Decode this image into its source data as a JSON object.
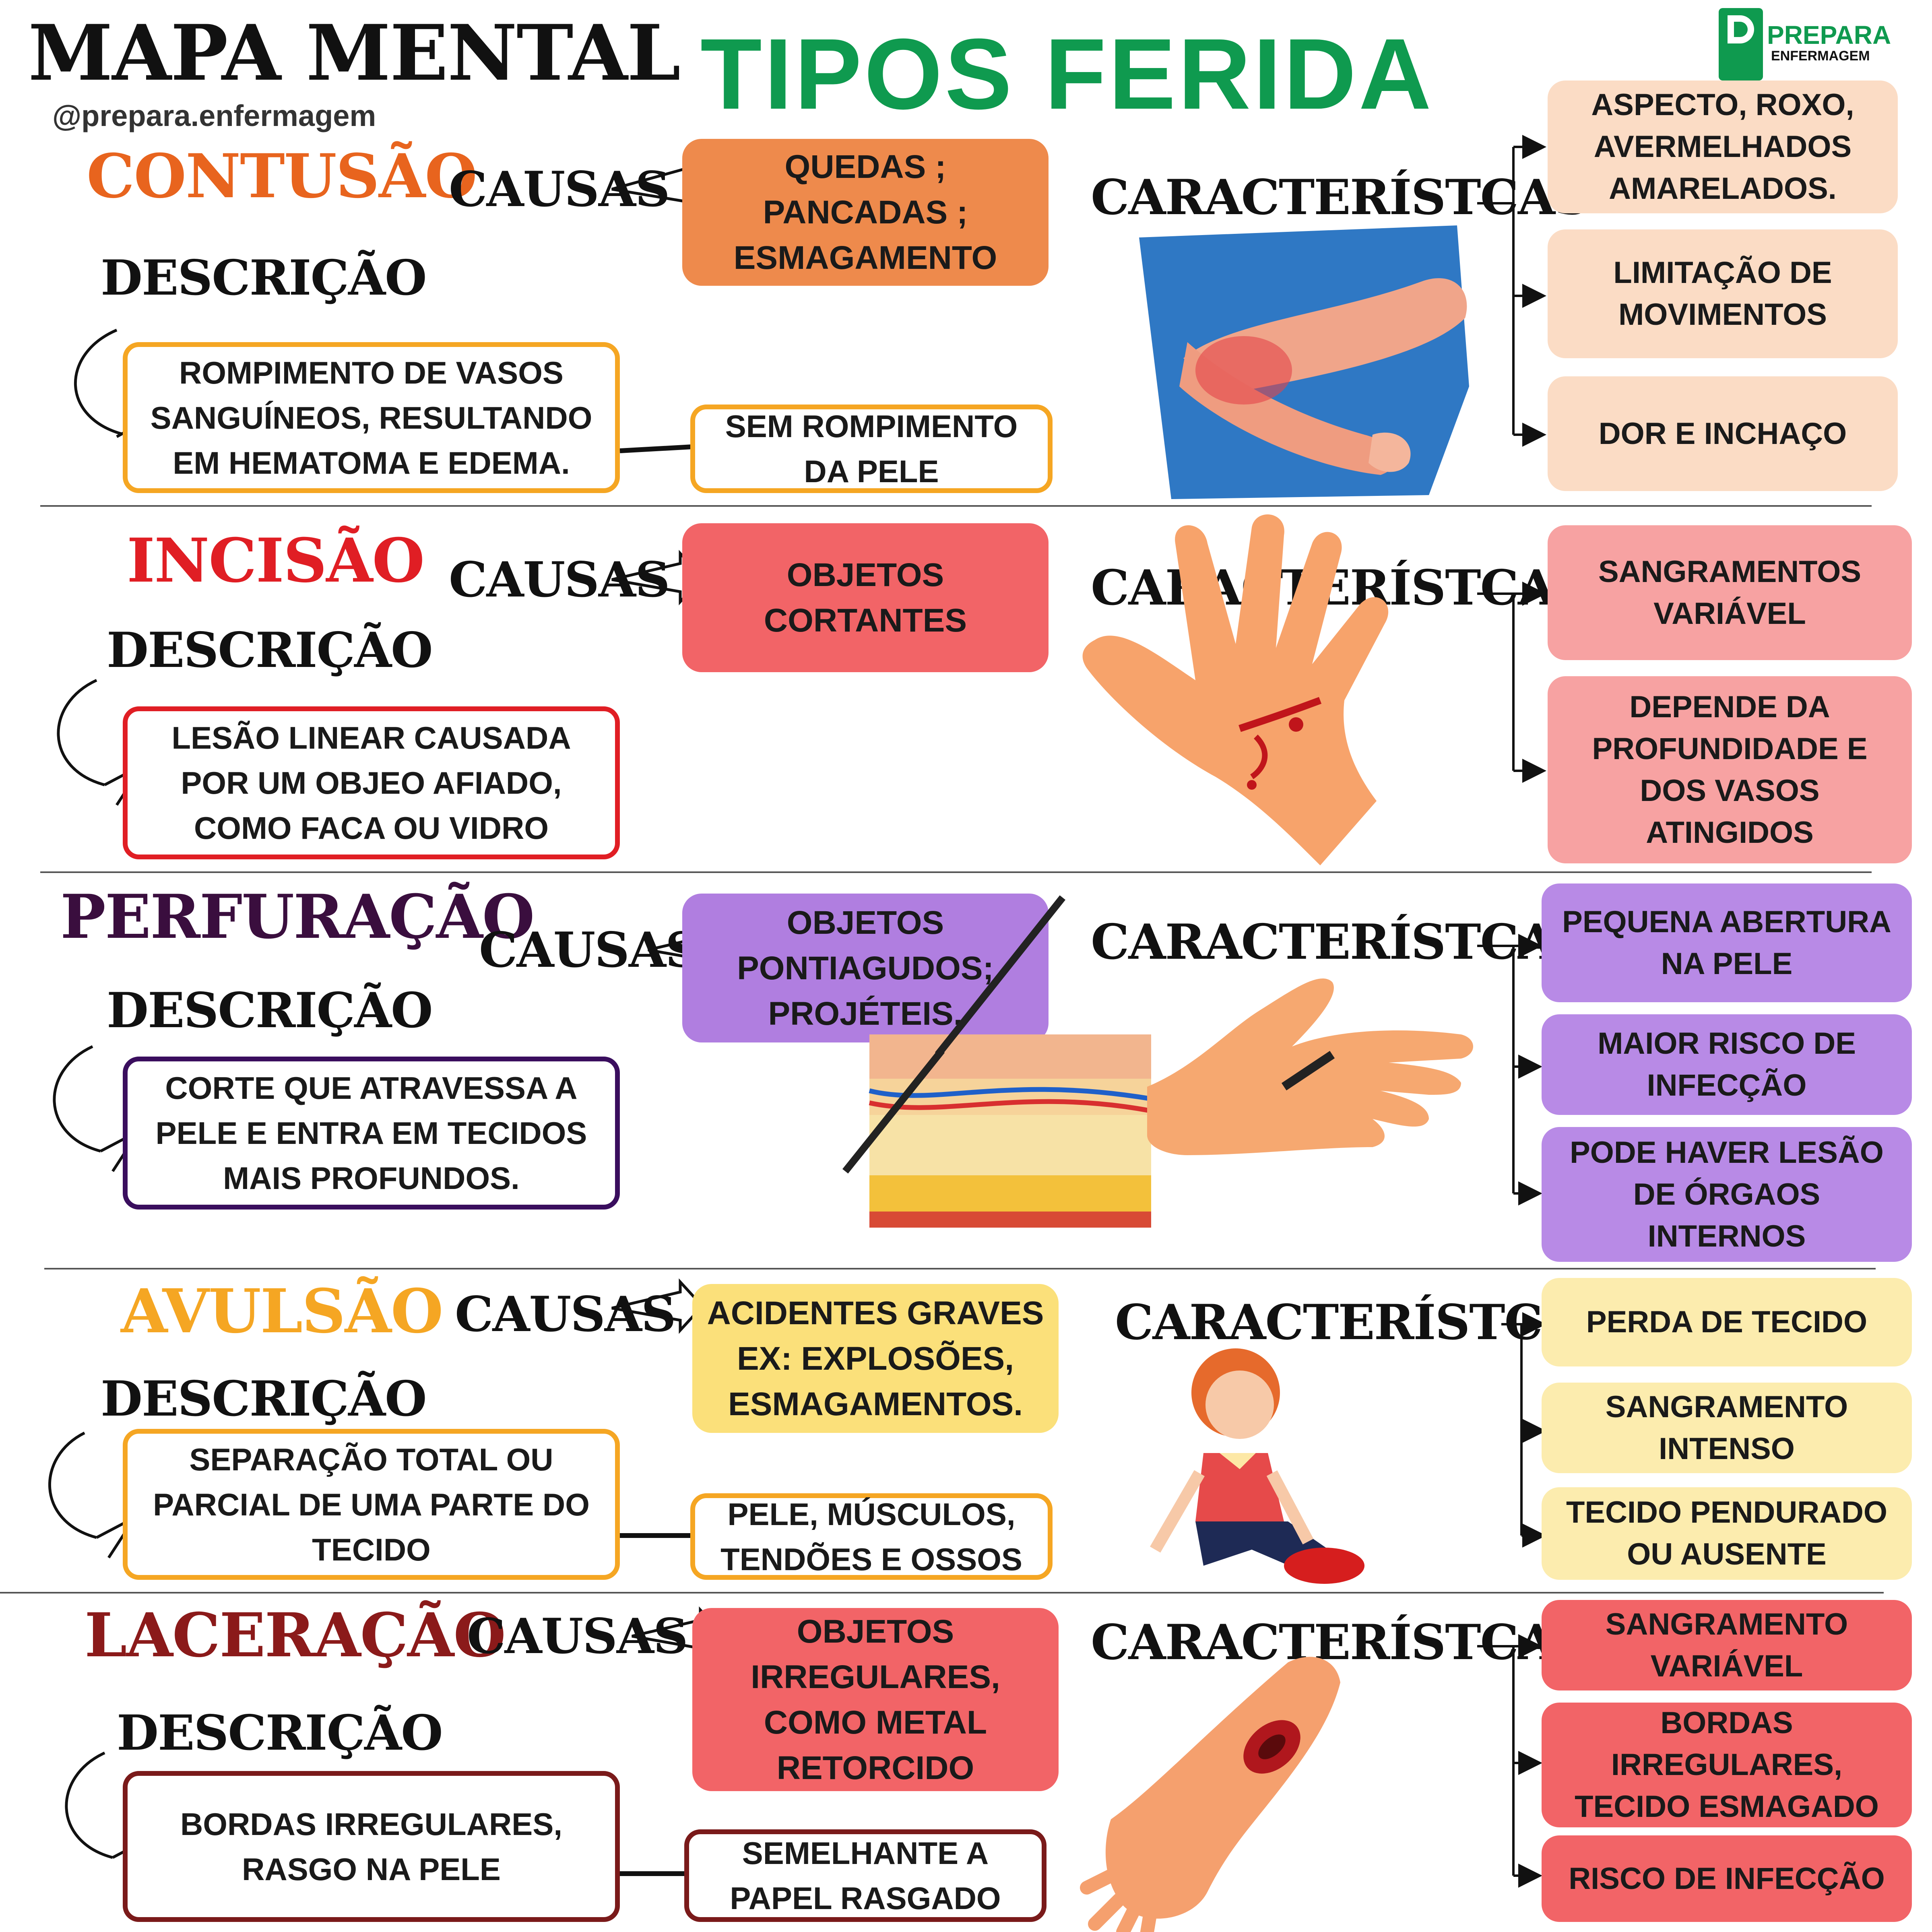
{
  "header": {
    "mapa_title": "MAPA MENTAL",
    "main_title": "TIPOS FERIDA",
    "handle": "@prepara.enfermagem",
    "logo_top": "PREPARA",
    "logo_bottom": "ENFERMAGEM"
  },
  "labels": {
    "causas": "CAUSAS",
    "descricao": "DESCRIÇÃO",
    "caracteristicas": "CARACTERÍSTCAS"
  },
  "colors": {
    "title_green": "#0f9a4f",
    "contusao": "#e8641e",
    "incisao": "#e01e24",
    "perfuracao": "#3a0e3e",
    "avulsao": "#f5a623",
    "laceracao": "#8b1a1a"
  },
  "sections": [
    {
      "name": "CONTUSÃO",
      "causa": "QUEDAS ; PANCADAS ; ESMAGAMENTO",
      "descricao": "ROMPIMENTO DE VASOS SANGUÍNEOS, RESULTANDO EM HEMATOMA E EDEMA.",
      "extra": "SEM ROMPIMENTO DA PELE",
      "caracteristicas": [
        "ASPECTO, ROXO, AVERMELHADOS AMARELADOS.",
        "LIMITAÇÃO DE MOVIMENTOS",
        "DOR E INCHAÇO"
      ]
    },
    {
      "name": "INCISÃO",
      "causa": "OBJETOS CORTANTES",
      "descricao": "LESÃO LINEAR CAUSADA POR UM OBJEO AFIADO, COMO FACA OU VIDRO",
      "caracteristicas": [
        "SANGRAMENTOS VARIÁVEL",
        "DEPENDE DA PROFUNDIDADE E DOS VASOS ATINGIDOS"
      ]
    },
    {
      "name": "PERFURAÇÃO",
      "causa": "OBJETOS PONTIAGUDOS; PROJÉTEIS.",
      "descricao": "CORTE QUE ATRAVESSA A PELE E ENTRA EM TECIDOS MAIS PROFUNDOS.",
      "caracteristicas": [
        "PEQUENA ABERTURA NA PELE",
        "MAIOR RISCO DE INFECÇÃO",
        "PODE HAVER LESÃO DE ÓRGAOS INTERNOS"
      ]
    },
    {
      "name": "AVULSÃO",
      "causa": "ACIDENTES GRAVES EX: EXPLOSÕES, ESMAGAMENTOS.",
      "descricao": "SEPARAÇÃO TOTAL OU PARCIAL DE UMA PARTE DO TECIDO",
      "extra": "PELE, MÚSCULOS, TENDÕES E OSSOS",
      "caracteristicas": [
        "PERDA DE TECIDO",
        "SANGRAMENTO INTENSO",
        "TECIDO PENDURADO OU AUSENTE"
      ]
    },
    {
      "name": "LACERAÇÃO",
      "causa": "OBJETOS IRREGULARES, COMO METAL RETORCIDO",
      "descricao": "BORDAS IRREGULARES, RASGO NA PELE",
      "extra": "SEMELHANTE A PAPEL RASGADO",
      "caracteristicas": [
        "SANGRAMENTO VARIÁVEL",
        "BORDAS IRREGULARES, TECIDO ESMAGADO",
        "RISCO DE INFECÇÃO"
      ]
    }
  ]
}
